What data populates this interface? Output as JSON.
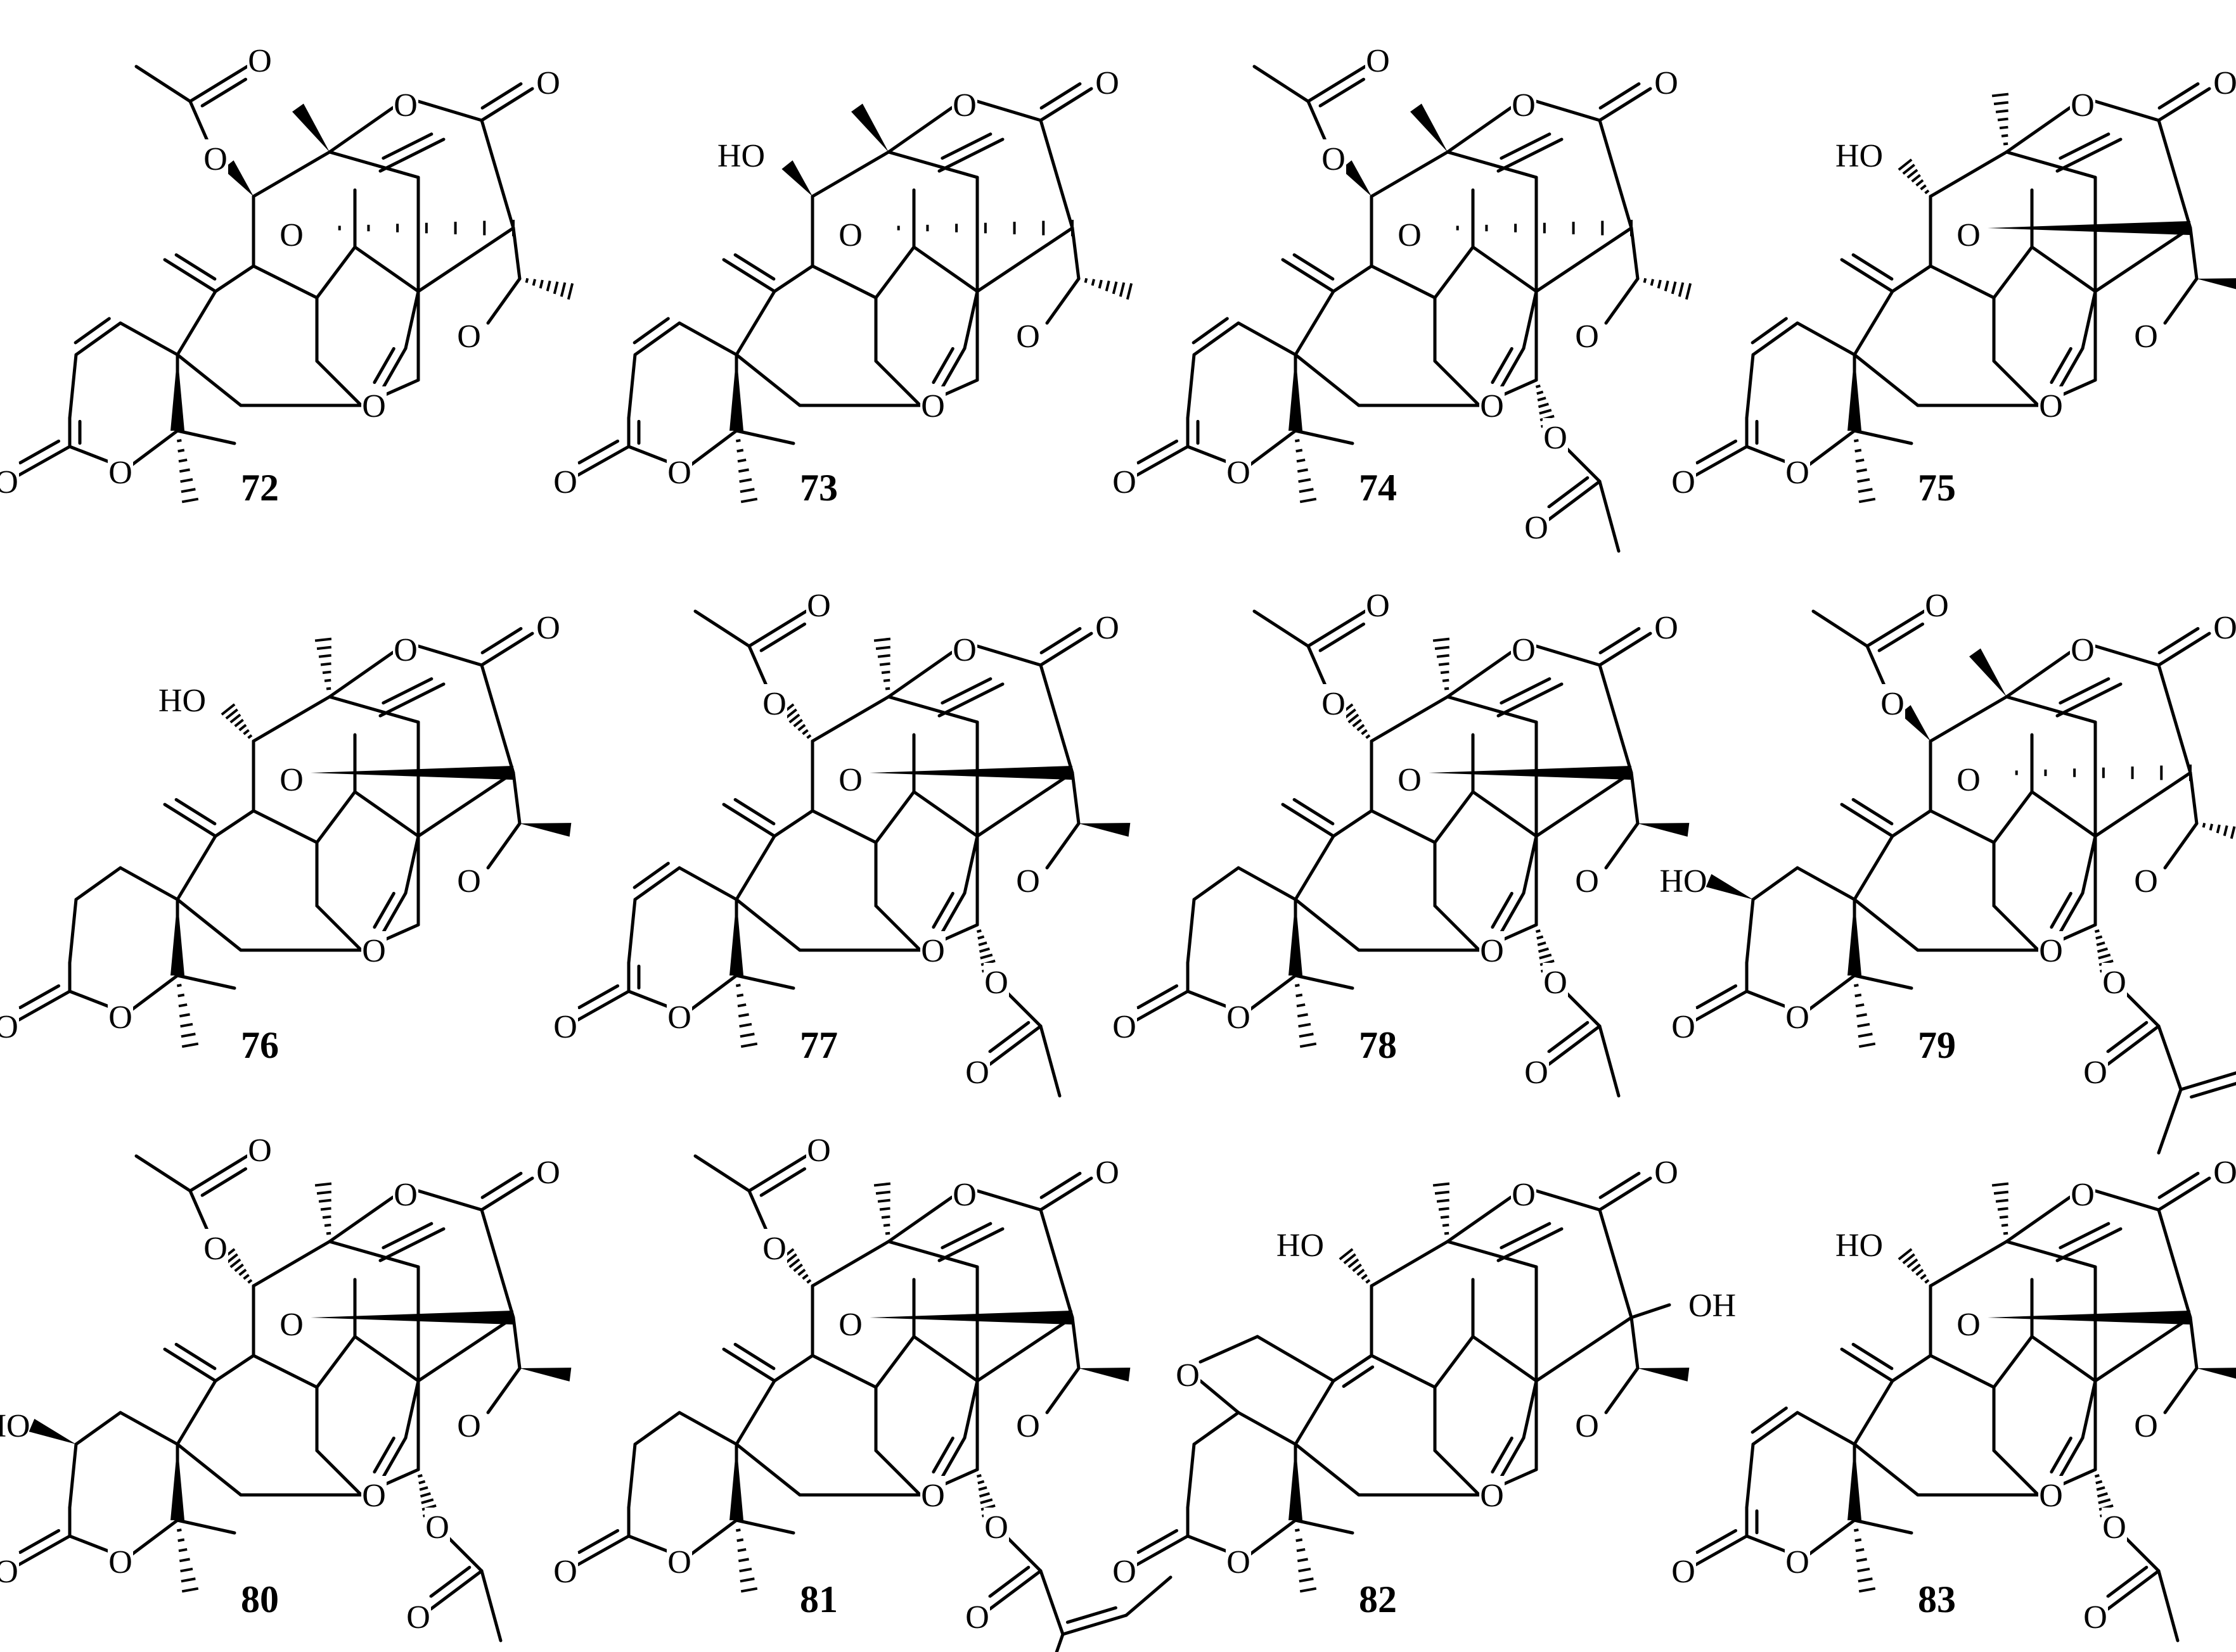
{
  "atom_labels": {
    "O": "O",
    "HO": "HO",
    "OH": "OH"
  },
  "compounds": [
    {
      "label": "72",
      "r3": "OAc",
      "r3_stereo": "beta",
      "c15": null,
      "r1": "H",
      "lactone_ring": "enone",
      "variant": "A"
    },
    {
      "label": "73",
      "r3": "OH",
      "r3_stereo": "beta",
      "c15": null,
      "r1": "H",
      "lactone_ring": "enone",
      "variant": "A"
    },
    {
      "label": "74",
      "r3": "OAc",
      "r3_stereo": "beta",
      "c15": "OAc",
      "r1": "H",
      "lactone_ring": "enone",
      "variant": "A"
    },
    {
      "label": "75",
      "r3": "OH",
      "r3_stereo": "alpha",
      "c15": null,
      "r1": "H",
      "lactone_ring": "enone",
      "variant": "B"
    },
    {
      "label": "76",
      "r3": "OH",
      "r3_stereo": "alpha",
      "c15": null,
      "r1": "H",
      "lactone_ring": "saturated",
      "variant": "B"
    },
    {
      "label": "77",
      "r3": "OAc",
      "r3_stereo": "alpha",
      "c15": "OAc",
      "r1": "H",
      "lactone_ring": "enone",
      "variant": "B"
    },
    {
      "label": "78",
      "r3": "OAc",
      "r3_stereo": "alpha",
      "c15": "OAc",
      "r1": "H",
      "lactone_ring": "saturated",
      "variant": "B"
    },
    {
      "label": "79",
      "r3": "OAc",
      "r3_stereo": "beta",
      "c15": "OTig",
      "r1": "OH",
      "lactone_ring": "saturated",
      "variant": "A"
    },
    {
      "label": "80",
      "r3": "OAc",
      "r3_stereo": "alpha",
      "c15": "OAc",
      "r1": "OH",
      "lactone_ring": "saturated",
      "variant": "B"
    },
    {
      "label": "81",
      "r3": "OAc",
      "r3_stereo": "alpha",
      "c15": "OAng",
      "r1": "H",
      "lactone_ring": "saturated",
      "variant": "B"
    },
    {
      "label": "82",
      "r3": "OH",
      "r3_stereo": "alpha",
      "c15": null,
      "r1": "H",
      "lactone_ring": "saturated",
      "variant": "C"
    },
    {
      "label": "83",
      "r3": "OH",
      "r3_stereo": "alpha",
      "c15": "OAc",
      "r1": "H",
      "lactone_ring": "enone",
      "variant": "B"
    }
  ]
}
